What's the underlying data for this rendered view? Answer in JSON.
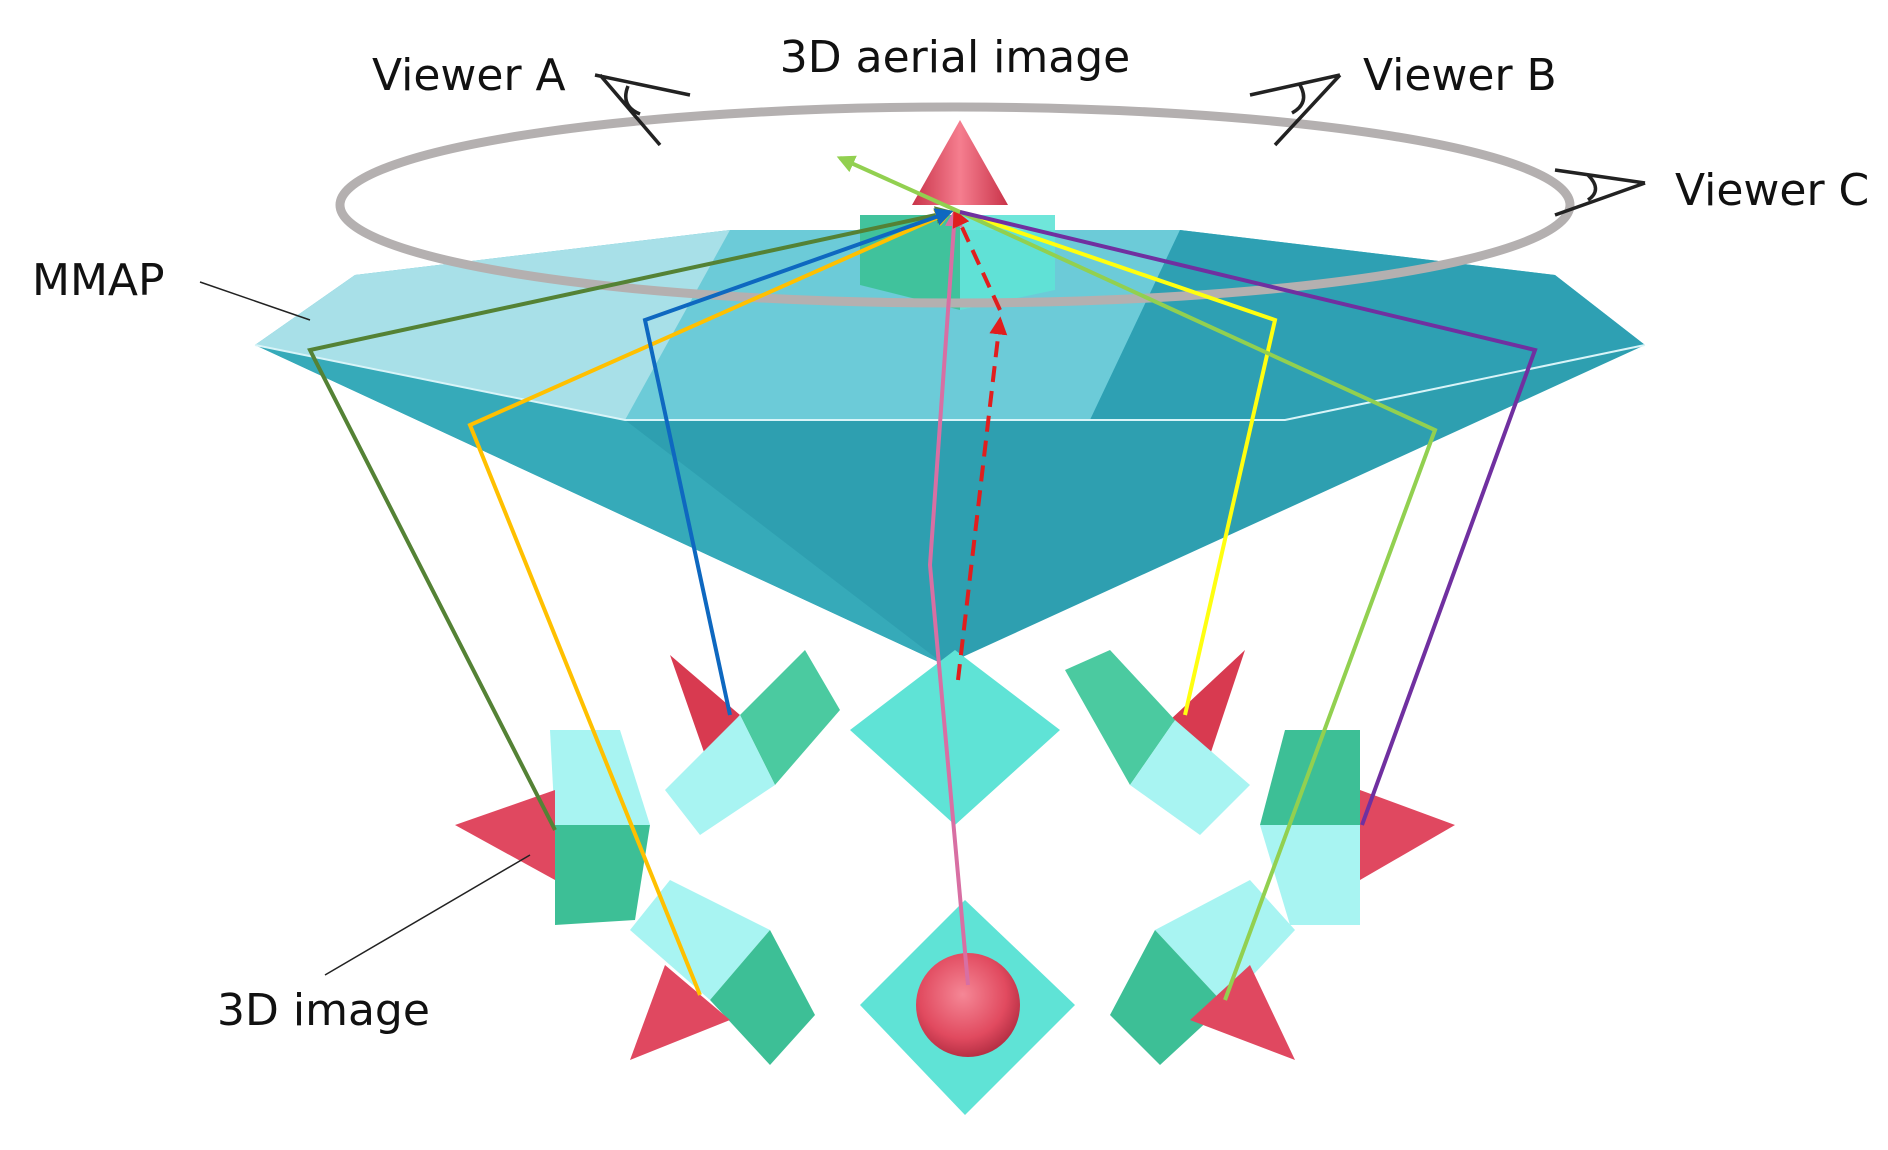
{
  "labels": {
    "title": "3D aerial image",
    "viewer_a": "Viewer A",
    "viewer_b": "Viewer B",
    "viewer_c": "Viewer C",
    "mmap": "MMAP",
    "image_3d": "3D image"
  },
  "colors": {
    "mmap_dark": "#2e9fb0",
    "mmap_mid": "#3bb7c8",
    "mmap_light": "#a8e0e8",
    "cube_dark": "#3dbf96",
    "cube_cyan": "#5fe3d6",
    "cube_light": "#a8f4f2",
    "cone": "#e8485e",
    "ring": "#b4b0b0",
    "ray_dark_green": "#548235",
    "ray_orange": "#ffc000",
    "ray_blue": "#0e68c0",
    "ray_pink": "#d86fa3",
    "ray_red_dashed": "#e01e1e",
    "ray_yellow": "#ffff10",
    "ray_light_green": "#92d050",
    "ray_purple": "#7030a0"
  }
}
